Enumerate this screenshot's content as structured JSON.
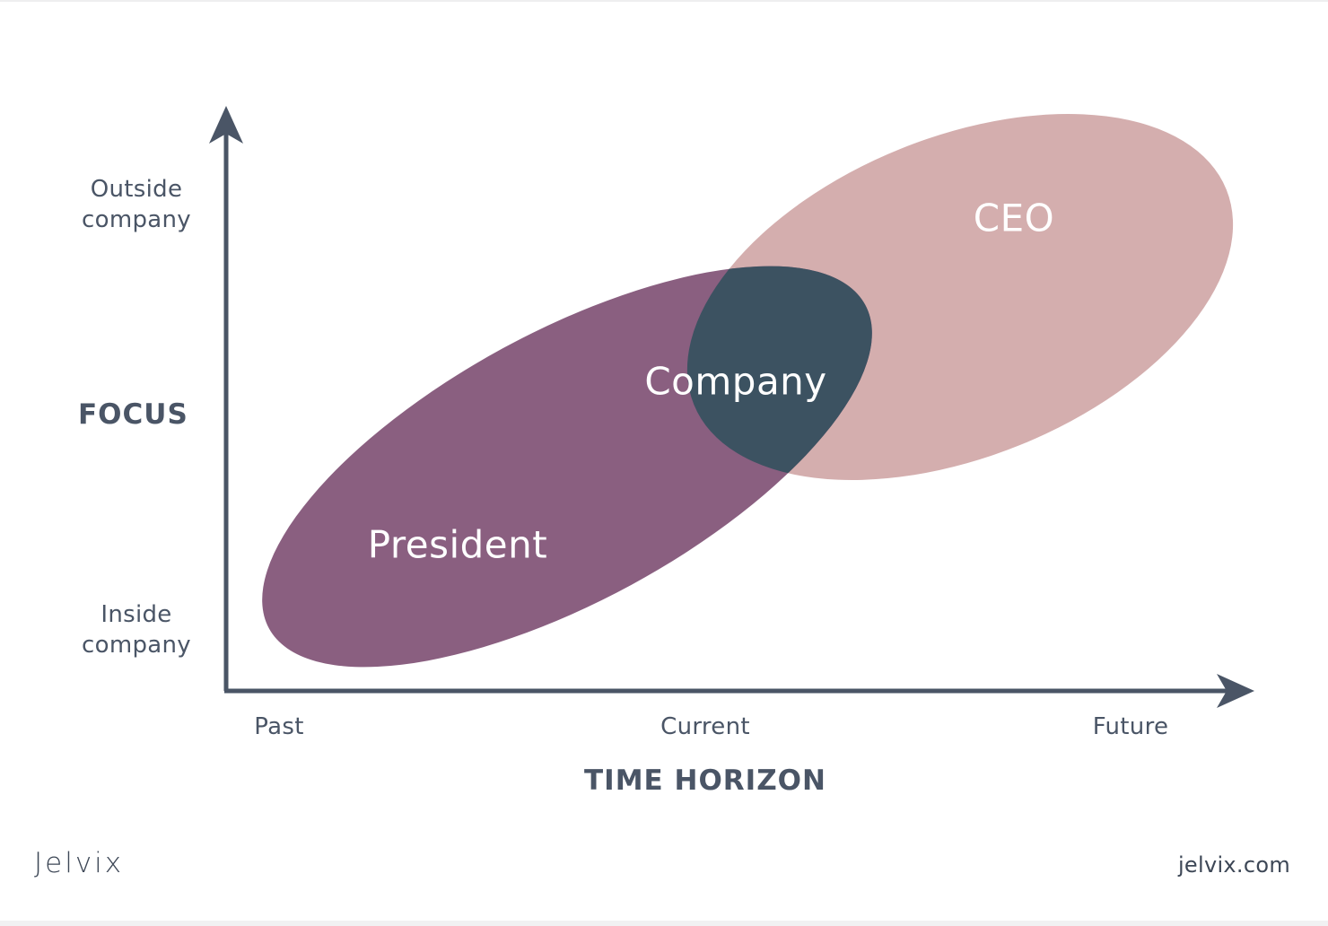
{
  "diagram": {
    "y_axis": {
      "title": "FOCUS",
      "top_label_line1": "Outside",
      "top_label_line2": "company",
      "bottom_label_line1": "Inside",
      "bottom_label_line2": "company"
    },
    "x_axis": {
      "title": "TIME HORIZON",
      "ticks": [
        "Past",
        "Current",
        "Future"
      ]
    },
    "regions": [
      {
        "label": "CEO",
        "color": "#d4aeae"
      },
      {
        "label": "President",
        "color": "#8a5f80"
      },
      {
        "label": "Company",
        "color": "#3c5261"
      }
    ],
    "axis_color": "#4a5566"
  },
  "footer": {
    "brand": "Jelvix",
    "site": "jelvix.com"
  }
}
